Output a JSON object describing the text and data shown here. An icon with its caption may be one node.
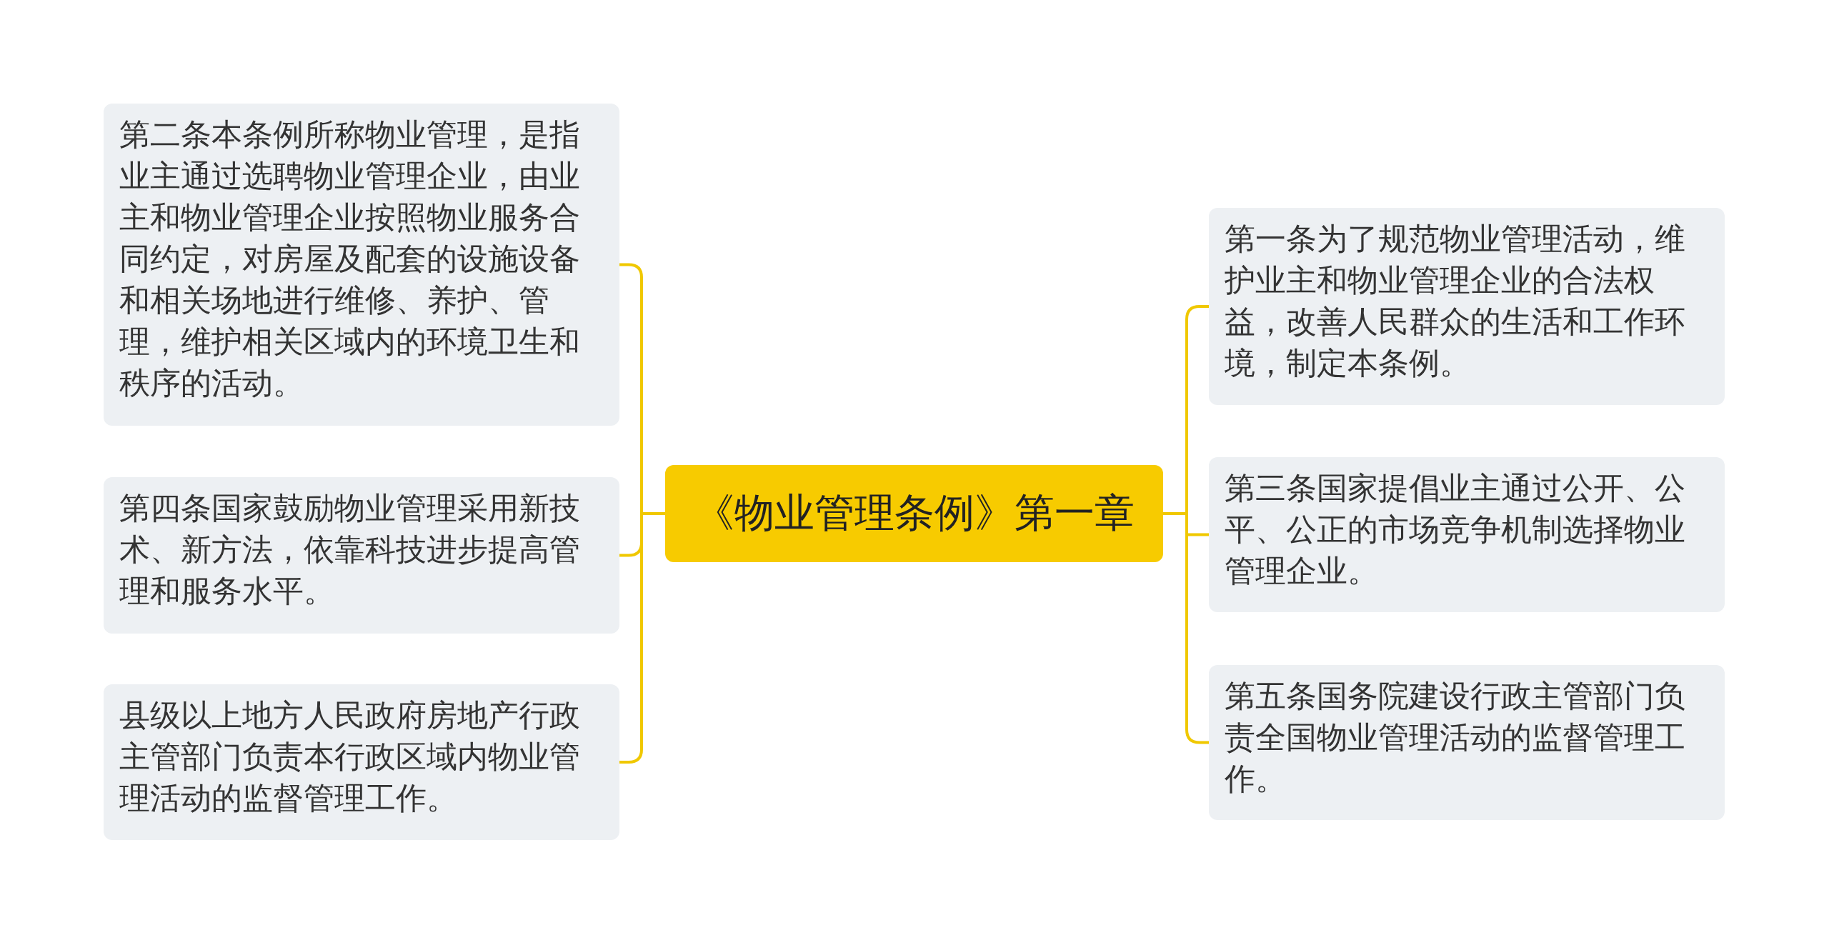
{
  "diagram": {
    "nodes": [
      {
        "text": [
          "《物业管理条例》第一章"
        ]
      },
      {
        "text": [
          "第二条本条例所称物业管理，是指业主通过选聘物业管理企业，由业主和物业管理企业按照物业服务合同约定，对房屋及配套的设施设备和相关场地进行维修、养护、管理，维护相关区域内的环境卫生和秩序的活动。"
        ]
      },
      {
        "text": [
          "第四条国家鼓励物业管理采用新技术、新方法，依靠科技进步提高管理和服务水平。"
        ]
      },
      {
        "text": [
          "县级以上地方人民政府房地产行政主管部门负责本行政区域内物业管理活动的监督管理工作。"
        ]
      },
      {
        "text": [
          "第一条为了规范物业管理活动，维护业主和物业管理企业的合法权益，改善人民群众的生活和工作环境，制定本条例。"
        ]
      },
      {
        "text": [
          "第三条国家提倡业主通过公开、公平、公正的市场竞争机制选择物业管理企业。"
        ]
      },
      {
        "text": [
          "第五条国务院建设行政主管部门负责全国物业管理活动的监督管理工作。"
        ]
      }
    ],
    "edges": [
      {
        "from": 0,
        "to": 1,
        "arrow": "none"
      },
      {
        "from": 0,
        "to": 2,
        "arrow": "none"
      },
      {
        "from": 0,
        "to": 3,
        "arrow": "none"
      },
      {
        "from": 0,
        "to": 4,
        "arrow": "none"
      },
      {
        "from": 0,
        "to": 5,
        "arrow": "none"
      },
      {
        "from": 0,
        "to": 6,
        "arrow": "none"
      }
    ]
  }
}
